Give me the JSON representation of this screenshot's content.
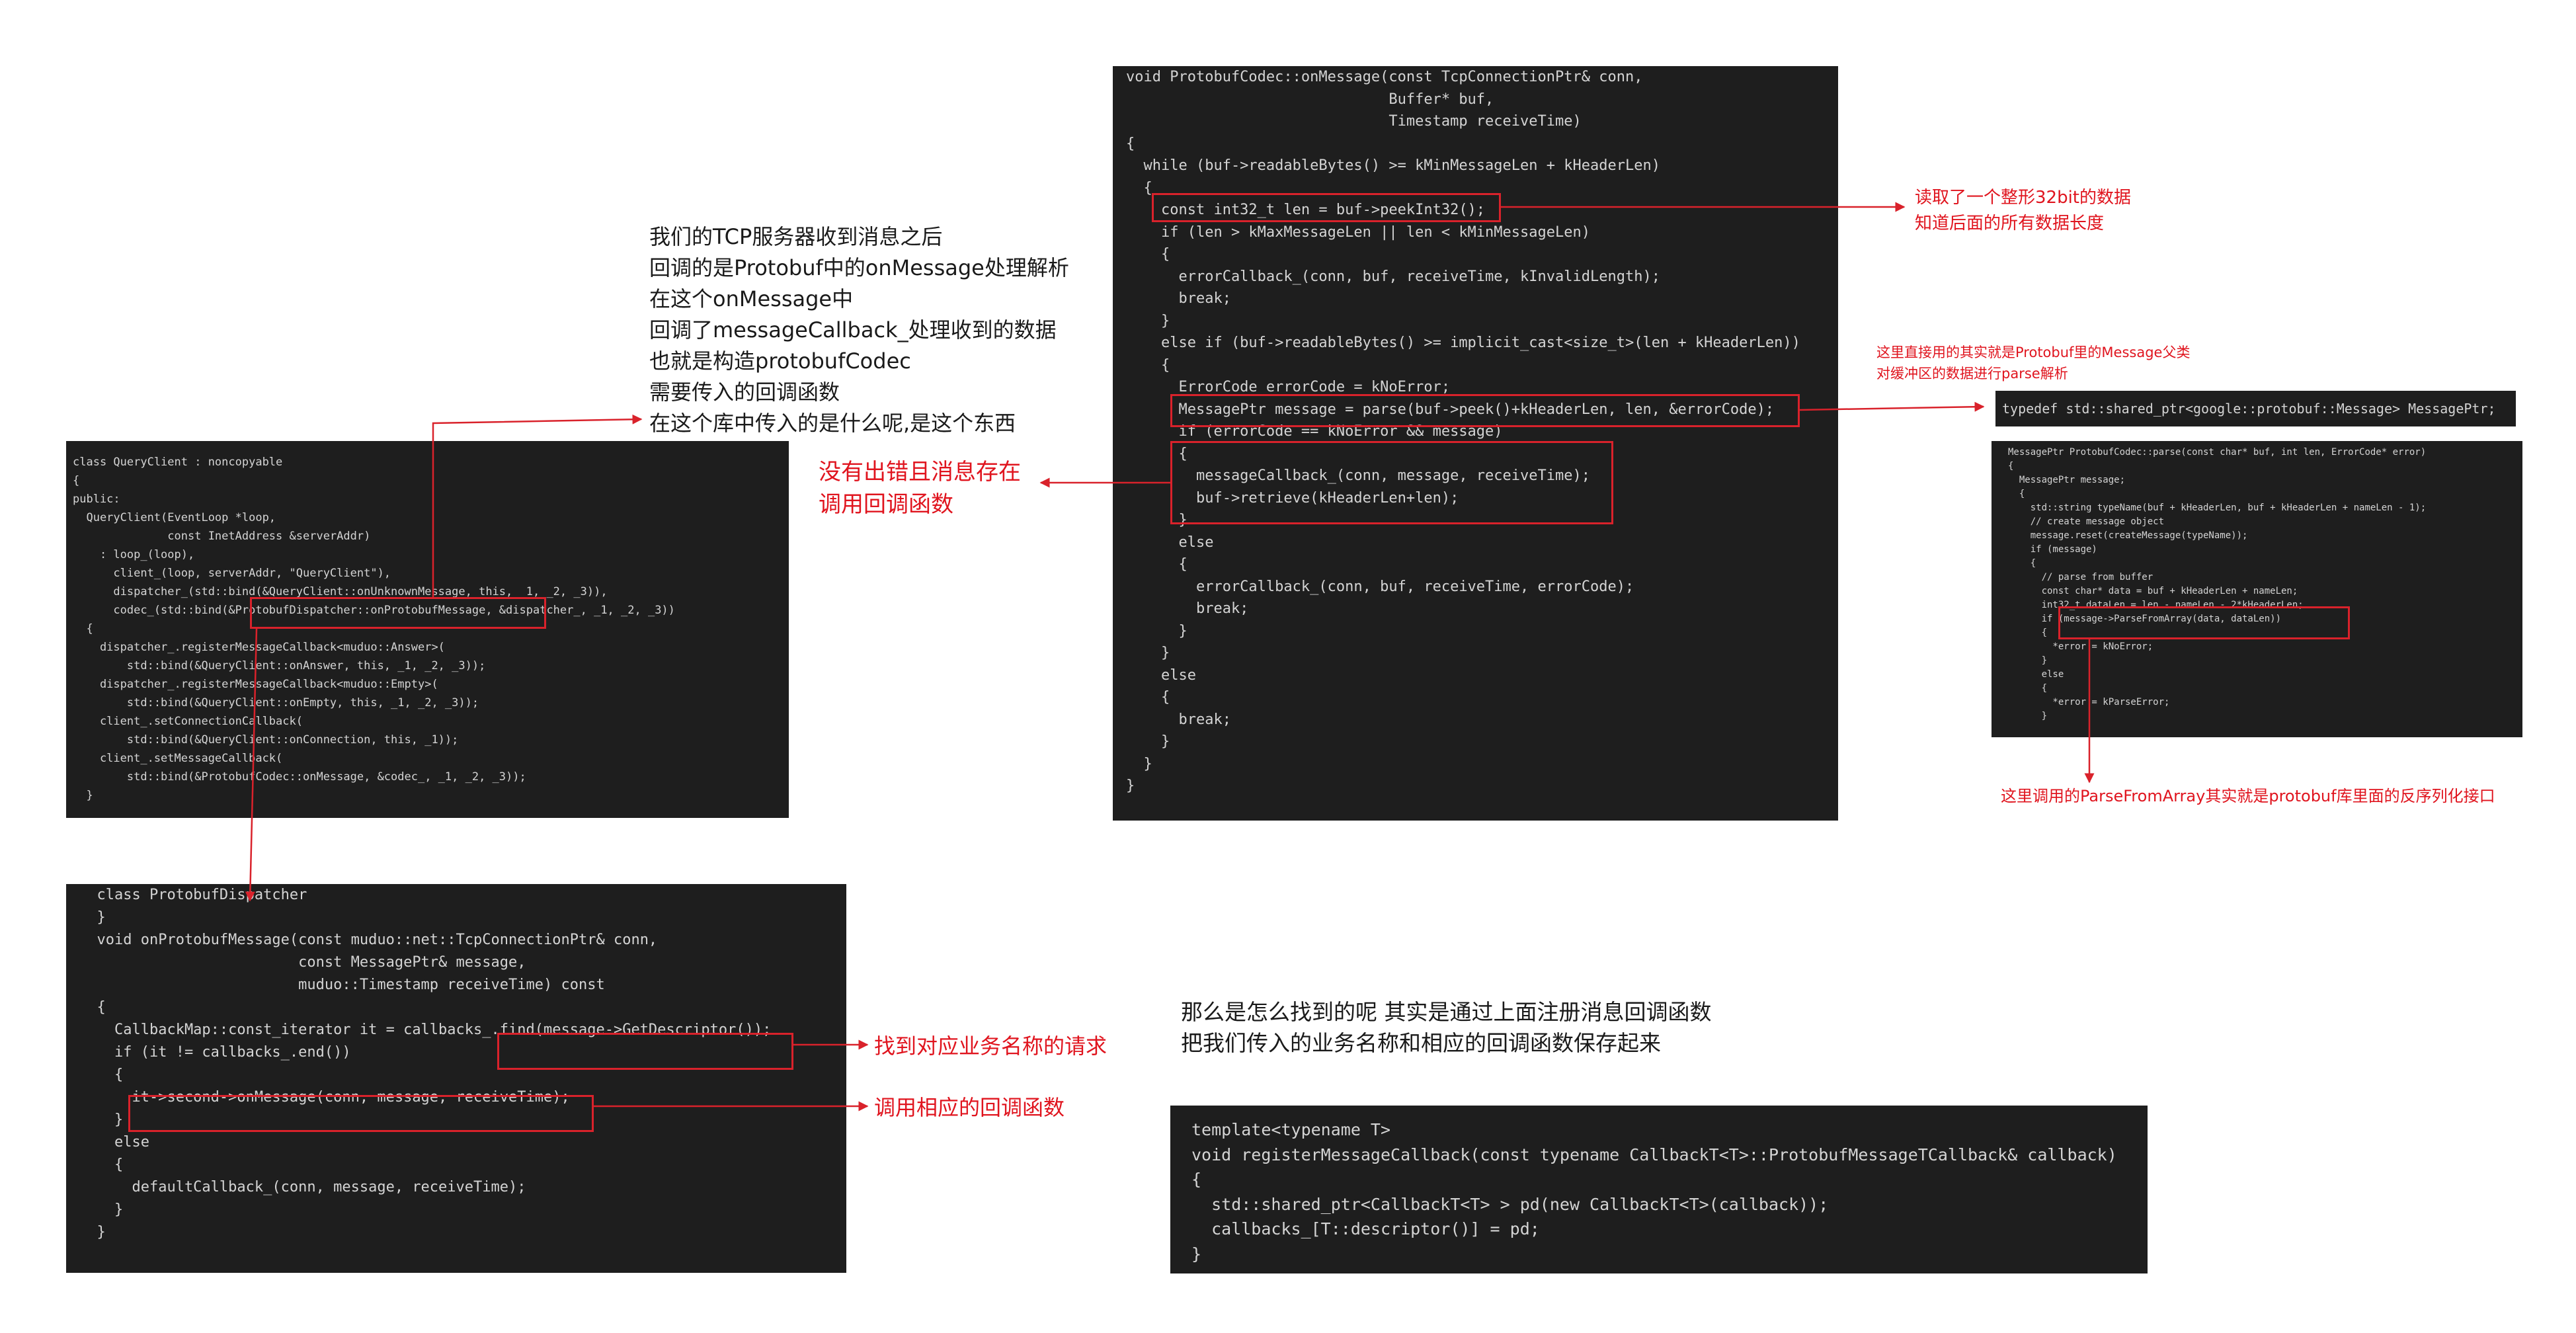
{
  "colors": {
    "annotation_red": "#e0141e",
    "panel_bg": "#1e1e1e",
    "code_text": "#d4d4d4"
  },
  "onmessage_code": [
    "void ProtobufCodec::onMessage(const TcpConnectionPtr& conn,",
    "                              Buffer* buf,",
    "                              Timestamp receiveTime)",
    "{",
    "  while (buf->readableBytes() >= kMinMessageLen + kHeaderLen)",
    "  {",
    "    const int32_t len = buf->peekInt32();",
    "    if (len > kMaxMessageLen || len < kMinMessageLen)",
    "    {",
    "      errorCallback_(conn, buf, receiveTime, kInvalidLength);",
    "      break;",
    "    }",
    "    else if (buf->readableBytes() >= implicit_cast<size_t>(len + kHeaderLen))",
    "    {",
    "      ErrorCode errorCode = kNoError;",
    "      MessagePtr message = parse(buf->peek()+kHeaderLen, len, &errorCode);",
    "      if (errorCode == kNoError && message)",
    "      {",
    "        messageCallback_(conn, message, receiveTime);",
    "        buf->retrieve(kHeaderLen+len);",
    "      }",
    "      else",
    "      {",
    "        errorCallback_(conn, buf, receiveTime, errorCode);",
    "        break;",
    "      }",
    "    }",
    "    else",
    "    {",
    "      break;",
    "    }",
    "  }",
    "}"
  ],
  "queryclient_code": [
    "class QueryClient : noncopyable",
    "{",
    "public:",
    "  QueryClient(EventLoop *loop,",
    "              const InetAddress &serverAddr)",
    "    : loop_(loop),",
    "      client_(loop, serverAddr, \"QueryClient\"),",
    "      dispatcher_(std::bind(&QueryClient::onUnknownMessage, this, _1, _2, _3)),",
    "      codec_(std::bind(&ProtobufDispatcher::onProtobufMessage, &dispatcher_, _1, _2, _3))",
    "  {",
    "    dispatcher_.registerMessageCallback<muduo::Answer>(",
    "        std::bind(&QueryClient::onAnswer, this, _1, _2, _3));",
    "    dispatcher_.registerMessageCallback<muduo::Empty>(",
    "        std::bind(&QueryClient::onEmpty, this, _1, _2, _3));",
    "    client_.setConnectionCallback(",
    "        std::bind(&QueryClient::onConnection, this, _1));",
    "    client_.setMessageCallback(",
    "        std::bind(&ProtobufCodec::onMessage, &codec_, _1, _2, _3));",
    "  }"
  ],
  "dispatcher_code": [
    "  class ProtobufDispatcher",
    "  }",
    "",
    "  void onProtobufMessage(const muduo::net::TcpConnectionPtr& conn,",
    "                         const MessagePtr& message,",
    "                         muduo::Timestamp receiveTime) const",
    "  {",
    "    CallbackMap::const_iterator it = callbacks_.find(message->GetDescriptor());",
    "    if (it != callbacks_.end())",
    "    {",
    "      it->second->onMessage(conn, message, receiveTime);",
    "    }",
    "    else",
    "    {",
    "      defaultCallback_(conn, message, receiveTime);",
    "    }",
    "  }"
  ],
  "register_code": [
    "template<typename T>",
    "void registerMessageCallback(const typename CallbackT<T>::ProtobufMessageTCallback& callback)",
    "{",
    "  std::shared_ptr<CallbackT<T> > pd(new CallbackT<T>(callback));",
    "  callbacks_[T::descriptor()] = pd;",
    "}"
  ],
  "typedef_code": [
    "typedef std::shared_ptr<google::protobuf::Message> MessagePtr;"
  ],
  "parse_code": [
    "MessagePtr ProtobufCodec::parse(const char* buf, int len, ErrorCode* error)",
    "{",
    "  MessagePtr message;",
    "",
    "  {",
    "    std::string typeName(buf + kHeaderLen, buf + kHeaderLen + nameLen - 1);",
    "    // create message object",
    "    message.reset(createMessage(typeName));",
    "    if (message)",
    "    {",
    "      // parse from buffer",
    "      const char* data = buf + kHeaderLen + nameLen;",
    "      int32_t dataLen = len - nameLen - 2*kHeaderLen;",
    "      if (message->ParseFromArray(data, dataLen))",
    "      {",
    "        *error = kNoError;",
    "      }",
    "      else",
    "      {",
    "        *error = kParseError;",
    "      }",
    "    }"
  ],
  "notes": {
    "server_explain": [
      "我们的TCP服务器收到消息之后",
      "回调的是Protobuf中的onMessage处理解析",
      "在这个onMessage中",
      "回调了messageCallback_处理收到的数据",
      "也就是构造protobufCodec",
      "需要传入的回调函数",
      "在这个库中传入的是什么呢,是这个东西"
    ],
    "no_error": [
      "没有出错且消息存在",
      "调用回调函数"
    ],
    "peek_int": [
      "读取了一个整形32bit的数据",
      "知道后面的所有数据长度"
    ],
    "parse_note": [
      "这里直接用的其实就是Protobuf里的Message父类",
      "对缓冲区的数据进行parse解析"
    ],
    "parse_from_array": "这里调用的ParseFromArray其实就是protobuf库里面的反序列化接口",
    "find_request": "找到对应业务名称的请求",
    "call_callback": "调用相应的回调函数",
    "how_found": [
      "那么是怎么找到的呢 其实是通过上面注册消息回调函数",
      "把我们传入的业务名称和相应的回调函数保存起来"
    ]
  }
}
